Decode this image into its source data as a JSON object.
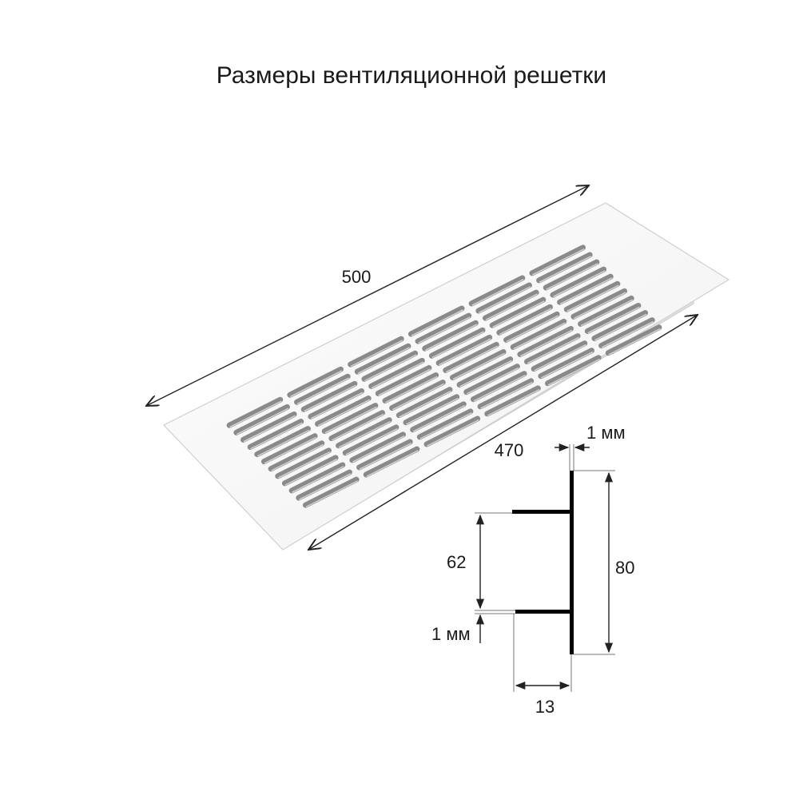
{
  "title": "Размеры вентиляционной решетки",
  "dimensions": {
    "length_total": "500",
    "length_inner": "470",
    "height_total": "80",
    "height_inner": "62",
    "depth": "13",
    "thickness_top": "1 мм",
    "thickness_bottom": "1 мм"
  },
  "grille": {
    "slot_groups": 6,
    "slots_per_group": 12
  }
}
